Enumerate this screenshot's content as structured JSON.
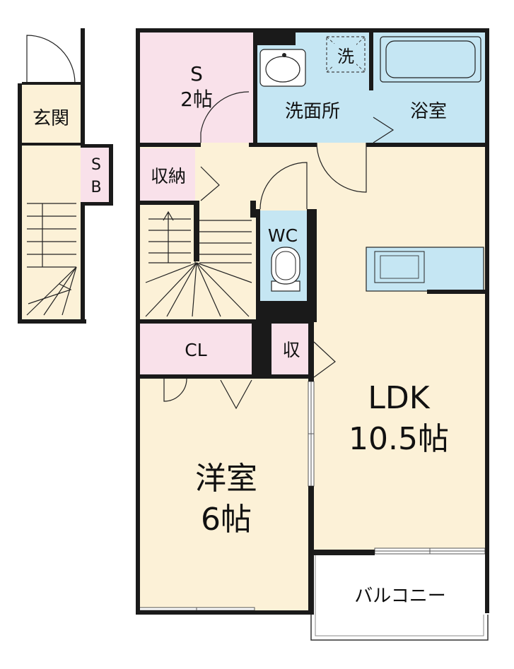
{
  "colors": {
    "living": "#fcf1d7",
    "storage": "#f9e1ea",
    "wet": "#c5e6f3",
    "wall": "#1a1a1a",
    "balcony": "#ffffff"
  },
  "rooms": {
    "entrance": {
      "label": "玄関"
    },
    "sb": {
      "label_top": "S",
      "label_bottom": "B"
    },
    "s_room": {
      "label": "S",
      "size": "2帖"
    },
    "washroom": {
      "label": "洗面所"
    },
    "washer": {
      "label": "洗"
    },
    "bath": {
      "label": "浴室"
    },
    "storage": {
      "label": "収納"
    },
    "wc": {
      "label": "WC"
    },
    "cl": {
      "label": "CL"
    },
    "small_storage": {
      "label": "収"
    },
    "ldk": {
      "label": "LDK",
      "size": "10.5帖"
    },
    "western": {
      "label": "洋室",
      "size": "6帖"
    },
    "balcony": {
      "label": "バルコニー"
    }
  }
}
